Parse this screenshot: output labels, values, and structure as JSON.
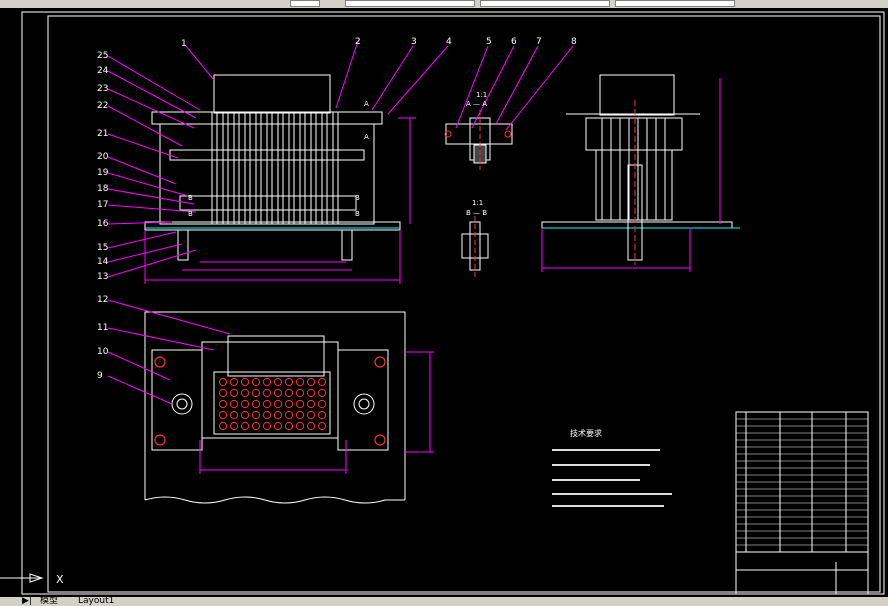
{
  "callouts": {
    "top": [
      "1",
      "2",
      "3",
      "4",
      "5",
      "6",
      "7",
      "8"
    ],
    "left_upper": [
      "25",
      "24",
      "23",
      "22",
      "21",
      "20",
      "19",
      "18",
      "17",
      "16",
      "15",
      "14",
      "13"
    ],
    "left_lower": [
      "12",
      "11",
      "10",
      "9"
    ]
  },
  "section_labels": {
    "a_top": "A",
    "a_mid": "A",
    "b_1": "B",
    "b_2": "B",
    "b_3": "B",
    "b_4": "B",
    "detail_scale_1": "1:1",
    "section_aa": "A — A",
    "detail_scale_2": "1:1",
    "section_bb": "B — B"
  },
  "tech_requirements": {
    "title": "技术要求"
  },
  "axis": {
    "x_label": "X"
  },
  "tabs": {
    "model": "模型",
    "layout": "Layout1"
  },
  "colors": {
    "background": "#000000",
    "outline": "#ffffff",
    "leader": "#ff00ff",
    "red": "#ff3030",
    "cyan": "#00ffff",
    "green": "#00ff00",
    "yellow": "#ffff00"
  }
}
